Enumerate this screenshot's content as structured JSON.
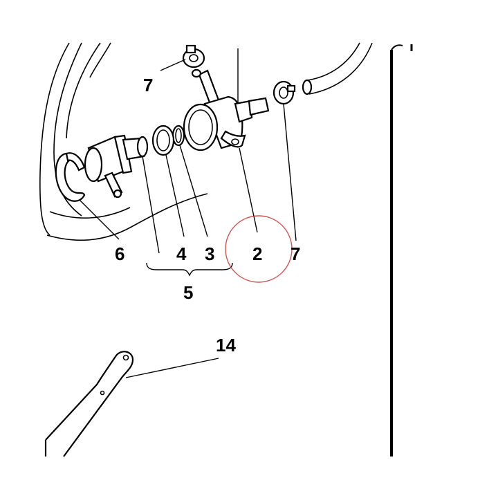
{
  "callouts": {
    "label_7a": "7",
    "label_7b": "7",
    "label_6": "6",
    "label_4": "4",
    "label_3": "3",
    "label_2": "2",
    "label_5": "5",
    "label_14": "14"
  },
  "highlight": {
    "color": "#cc3333",
    "target_label": "2"
  },
  "icons": {
    "circlip": "circlip-icon",
    "pressure_regulator": "fuel-pressure-regulator-icon",
    "o_ring_large": "o-ring-icon",
    "o_ring_small": "o-ring-icon",
    "regulator_housing": "regulator-housing-icon",
    "hose_clamp_top": "hose-clamp-icon",
    "hose_clamp_right": "hose-clamp-icon",
    "fuel_hose": "fuel-hose-icon",
    "mounting_bracket": "bracket-icon",
    "frame_tube": "frame-tube-icon"
  }
}
